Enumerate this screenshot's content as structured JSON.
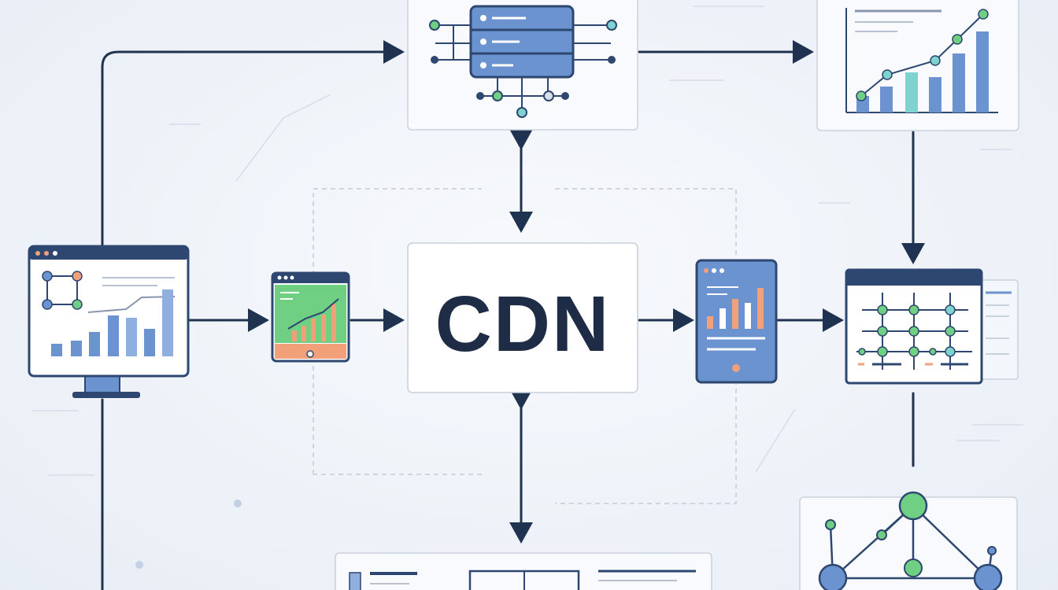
{
  "center": {
    "label": "CDN"
  },
  "colors": {
    "navy": "#1f3350",
    "blue": "#6b93cf",
    "blue_dark": "#3f5f93",
    "green": "#6fcf83",
    "teal": "#7ed3cf",
    "orange": "#f2a07a",
    "panel_bg": "#f8fafd",
    "panel_border": "#c9d1dc"
  },
  "nodes": [
    {
      "name": "origin-monitor",
      "icon": "monitor-dashboard-icon"
    },
    {
      "name": "edge-tablet",
      "icon": "tablet-chart-icon"
    },
    {
      "name": "cdn-core",
      "icon": "cdn-box"
    },
    {
      "name": "server-rack",
      "icon": "server-icon"
    },
    {
      "name": "analytics-chart",
      "icon": "bar-chart-icon"
    },
    {
      "name": "mobile-client",
      "icon": "phone-chart-icon"
    },
    {
      "name": "network-grid",
      "icon": "network-grid-icon"
    },
    {
      "name": "network-graph",
      "icon": "network-graph-icon"
    },
    {
      "name": "storage-panel",
      "icon": "document-panel-icon"
    }
  ]
}
